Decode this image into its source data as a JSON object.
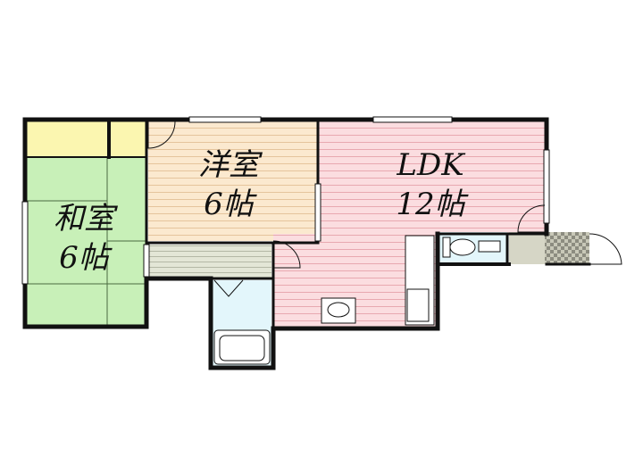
{
  "rooms": {
    "washitsu": {
      "name": "和室",
      "size": "6帖"
    },
    "youshitsu": {
      "name": "洋室",
      "size": "6帖"
    },
    "ldk": {
      "name": "LDK",
      "size": "12帖"
    }
  },
  "colors": {
    "washitsu_fill": "#c8f0b8",
    "youshitsu_fill": "#fbe9cf",
    "ldk_fill": "#fbdde0",
    "closet_fill": "#fbf6b0",
    "bath_fill": "#e3f6fb",
    "corridor_fill": "#e3e6d6",
    "genkan_fill": "#d6d6c6",
    "wall": "#111111"
  }
}
